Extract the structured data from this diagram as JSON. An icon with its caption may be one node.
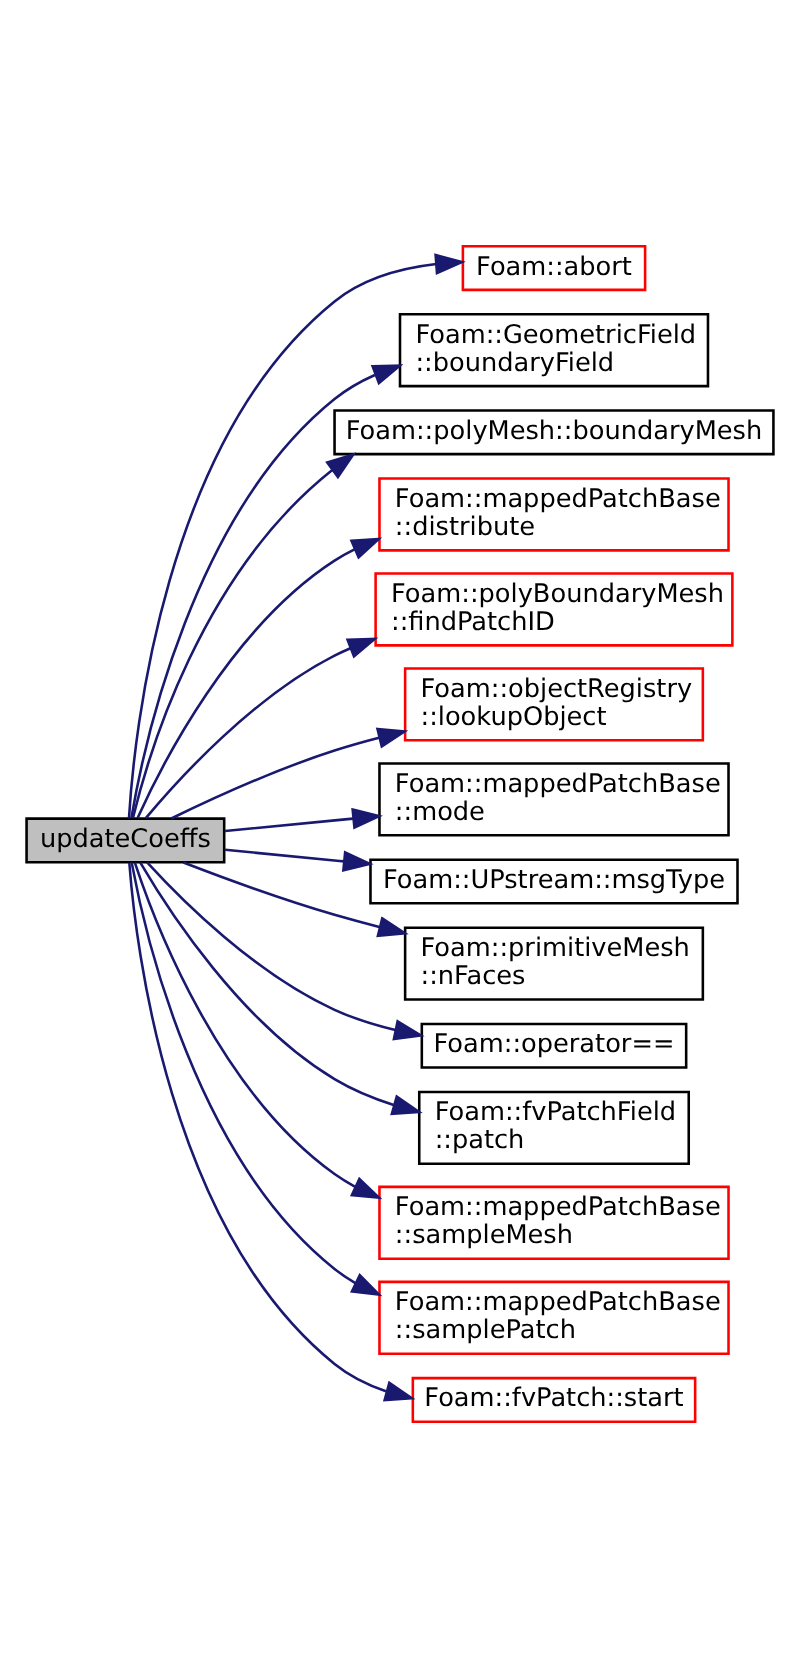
{
  "diagram": {
    "nodes": [
      {
        "text": [
          "updateCoeffs"
        ]
      },
      {
        "text": [
          "Foam::abort"
        ]
      },
      {
        "text": [
          "Foam::GeometricField ::boundaryField"
        ]
      },
      {
        "text": [
          "Foam::polyMesh::boundaryMesh"
        ]
      },
      {
        "text": [
          "Foam::mappedPatchBase ::distribute"
        ]
      },
      {
        "text": [
          "Foam::polyBoundaryMesh ::findPatchID"
        ]
      },
      {
        "text": [
          "Foam::objectRegistry ::lookupObject"
        ]
      },
      {
        "text": [
          "Foam::mappedPatchBase ::mode"
        ]
      },
      {
        "text": [
          "Foam::UPstream::msgType"
        ]
      },
      {
        "text": [
          "Foam::primitiveMesh ::nFaces"
        ]
      },
      {
        "text": [
          "Foam::operator=="
        ]
      },
      {
        "text": [
          "Foam::fvPatchField ::patch"
        ]
      },
      {
        "text": [
          "Foam::mappedPatchBase ::sampleMesh"
        ]
      },
      {
        "text": [
          "Foam::mappedPatchBase ::samplePatch"
        ]
      },
      {
        "text": [
          "Foam::fvPatch::start"
        ]
      }
    ],
    "edges": [
      {
        "from": 0,
        "to": 1,
        "arrow": "to"
      },
      {
        "from": 0,
        "to": 2,
        "arrow": "to"
      },
      {
        "from": 0,
        "to": 3,
        "arrow": "to"
      },
      {
        "from": 0,
        "to": 4,
        "arrow": "to"
      },
      {
        "from": 0,
        "to": 5,
        "arrow": "to"
      },
      {
        "from": 0,
        "to": 6,
        "arrow": "to"
      },
      {
        "from": 0,
        "to": 7,
        "arrow": "to"
      },
      {
        "from": 0,
        "to": 8,
        "arrow": "to"
      },
      {
        "from": 0,
        "to": 9,
        "arrow": "to"
      },
      {
        "from": 0,
        "to": 10,
        "arrow": "to"
      },
      {
        "from": 0,
        "to": 11,
        "arrow": "to"
      },
      {
        "from": 0,
        "to": 12,
        "arrow": "to"
      },
      {
        "from": 0,
        "to": 13,
        "arrow": "to"
      },
      {
        "from": 0,
        "to": 14,
        "arrow": "to"
      }
    ]
  }
}
